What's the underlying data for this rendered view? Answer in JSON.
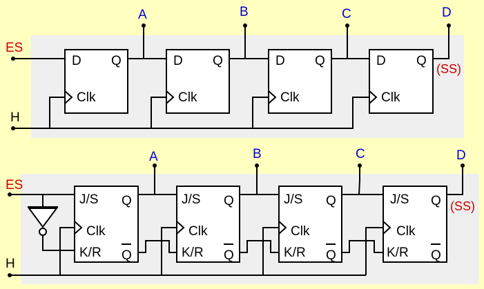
{
  "colors": {
    "background": "#ffffc0",
    "panel": "#efefef",
    "wire": "#000000",
    "signal_label": "#0000cc",
    "input_label": "#cc0000",
    "series_label": "#cc0000"
  },
  "top_register": {
    "input_label": "ES",
    "clock_label": "H",
    "serial_output_label": "(SS)",
    "outputs": [
      "A",
      "B",
      "C",
      "D"
    ],
    "flip_flop": {
      "d_pin": "D",
      "q_pin": "Q",
      "clk_pin": "Clk"
    }
  },
  "bottom_register": {
    "input_label": "ES",
    "clock_label": "H",
    "serial_output_label": "(SS)",
    "outputs": [
      "A",
      "B",
      "C",
      "D"
    ],
    "flip_flop": {
      "js_pin": "J/S",
      "kr_pin": "K/R",
      "q_pin": "Q",
      "qbar_pin": "Q",
      "clk_pin": "Clk"
    }
  }
}
